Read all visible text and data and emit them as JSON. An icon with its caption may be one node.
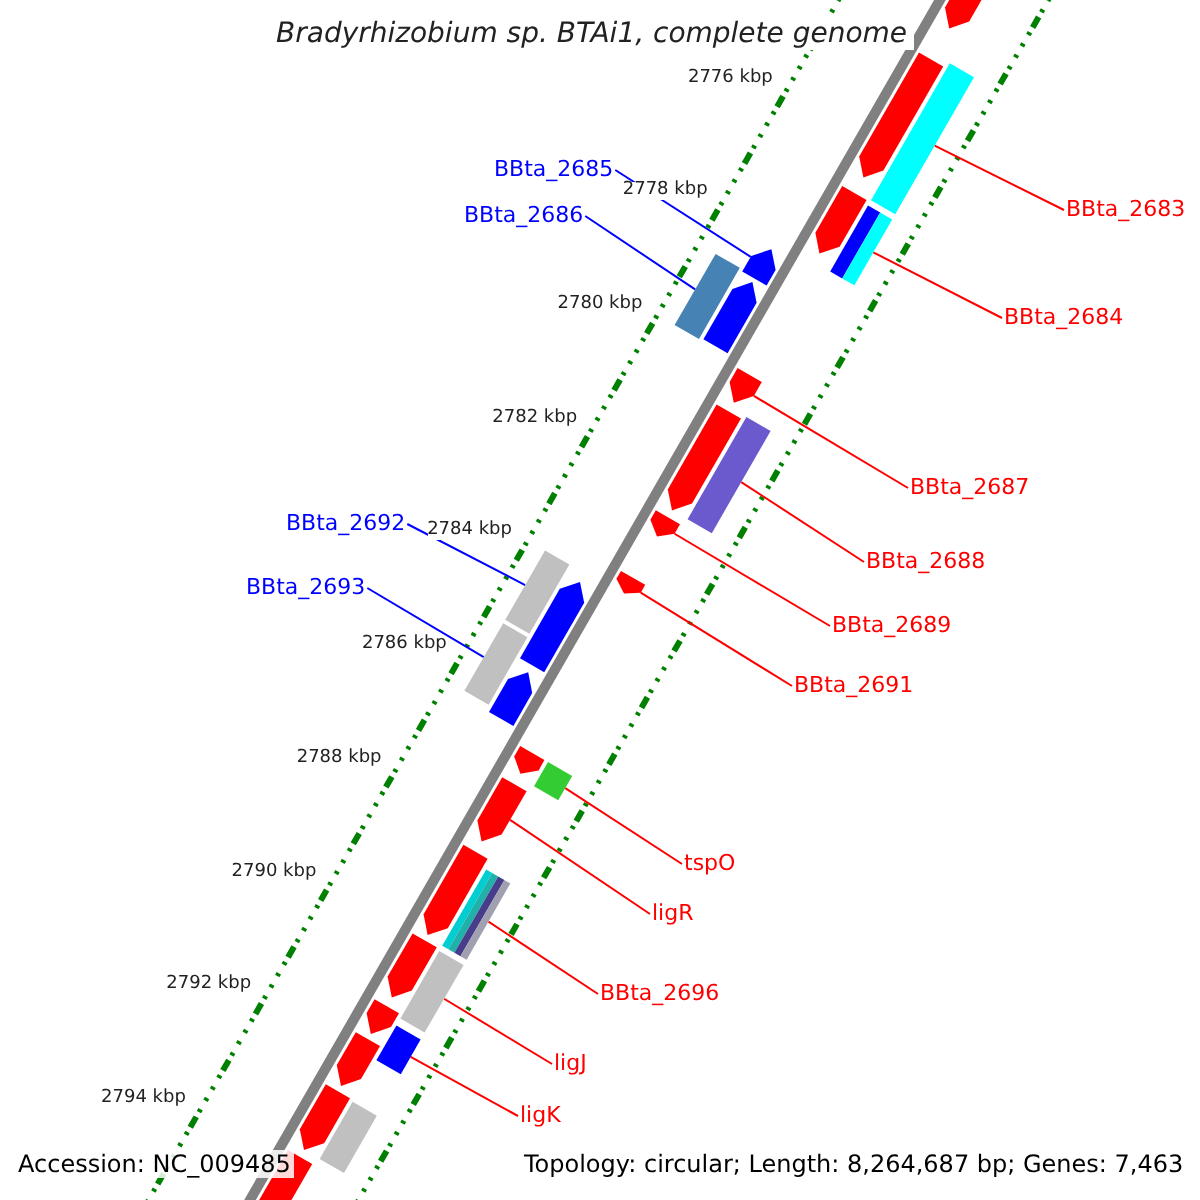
{
  "diagram": {
    "title": "Bradyrhizobium sp. BTAi1, complete genome",
    "nodes": [
      {
        "text": [
          "BBta_2683"
        ]
      },
      {
        "text": [
          "BBta_2685"
        ]
      },
      {
        "text": [
          "BBta_2686"
        ]
      },
      {
        "text": [
          "BBta_2684"
        ]
      },
      {
        "text": [
          "BBta_2687"
        ]
      },
      {
        "text": [
          "BBta_2692"
        ]
      },
      {
        "text": [
          "BBta_2688"
        ]
      },
      {
        "text": [
          "BBta_2693"
        ]
      },
      {
        "text": [
          "BBta_2689"
        ]
      },
      {
        "text": [
          "BBta_2691"
        ]
      },
      {
        "text": [
          "tspO"
        ]
      },
      {
        "text": [
          "ligR"
        ]
      },
      {
        "text": [
          "BBta_2696"
        ]
      },
      {
        "text": [
          "ligJ"
        ]
      },
      {
        "text": [
          "ligK"
        ]
      },
      {
        "text": [],
        "shape": "bar"
      },
      {
        "text": [],
        "shape": "bar"
      },
      {
        "text": [],
        "shape": "arrow"
      },
      {
        "text": [],
        "shape": "bar"
      },
      {
        "text": [],
        "shape": "arrow"
      },
      {
        "text": [],
        "shape": "bar"
      },
      {
        "text": [],
        "shape": "arrow"
      },
      {
        "text": [],
        "shape": "arrow"
      },
      {
        "text": [],
        "shape": "bar"
      },
      {
        "text": [],
        "shape": "bar"
      },
      {
        "text": [],
        "shape": "bar"
      },
      {
        "text": [],
        "shape": "arrow"
      },
      {
        "text": [],
        "shape": "bar"
      },
      {
        "text": [],
        "shape": "bar"
      },
      {
        "text": [],
        "shape": "bar"
      },
      {
        "text": [],
        "shape": "arrow"
      },
      {
        "text": [],
        "shape": "arrow"
      },
      {
        "text": [],
        "shape": "arrow"
      },
      {
        "text": [],
        "shape": "arrow"
      },
      {
        "text": [],
        "shape": "arrow"
      },
      {
        "text": [],
        "shape": "arrow"
      },
      {
        "text": [],
        "shape": "arrow"
      },
      {
        "text": [],
        "shape": "arrow"
      },
      {
        "text": [],
        "shape": "arrow"
      },
      {
        "text": [],
        "shape": "arrow"
      },
      {
        "text": [],
        "shape": "arrow"
      },
      {
        "text": [],
        "shape": "arrow"
      },
      {
        "text": [],
        "shape": "arrow"
      },
      {
        "text": [],
        "shape": "bar"
      },
      {
        "text": [],
        "shape": "arrow"
      }
    ],
    "edges": [
      {
        "from": 0,
        "to": 15,
        "arrow": "none"
      },
      {
        "from": 1,
        "to": 17,
        "arrow": "none",
        "color": "#0000ff"
      },
      {
        "from": 2,
        "to": 18,
        "arrow": "none",
        "color": "#0000ff"
      },
      {
        "from": 3,
        "to": 16,
        "arrow": "none"
      },
      {
        "from": 4,
        "to": 19,
        "arrow": "none"
      },
      {
        "from": 5,
        "to": 23,
        "arrow": "none",
        "color": "#0000ff"
      },
      {
        "from": 6,
        "to": 20,
        "arrow": "none"
      },
      {
        "from": 7,
        "to": 24,
        "arrow": "none",
        "color": "#0000ff"
      },
      {
        "from": 8,
        "to": 21,
        "arrow": "none"
      },
      {
        "from": 9,
        "to": 22,
        "arrow": "none"
      },
      {
        "from": 10,
        "to": 25,
        "arrow": "none"
      },
      {
        "from": 11,
        "to": 26,
        "arrow": "none"
      },
      {
        "from": 12,
        "to": 27,
        "arrow": "none"
      },
      {
        "from": 13,
        "to": 28,
        "arrow": "none"
      },
      {
        "from": 14,
        "to": 29,
        "arrow": "none"
      }
    ],
    "labels": [
      "2776 kbp",
      "2778 kbp",
      "2780 kbp",
      "2782 kbp",
      "2784 kbp",
      "2786 kbp",
      "2788 kbp",
      "2790 kbp",
      "2792 kbp",
      "2794 kbp",
      "Accession: NC_009485",
      "Topology: circular; Length: 8,264,687 bp; Genes: 7,463"
    ]
  }
}
